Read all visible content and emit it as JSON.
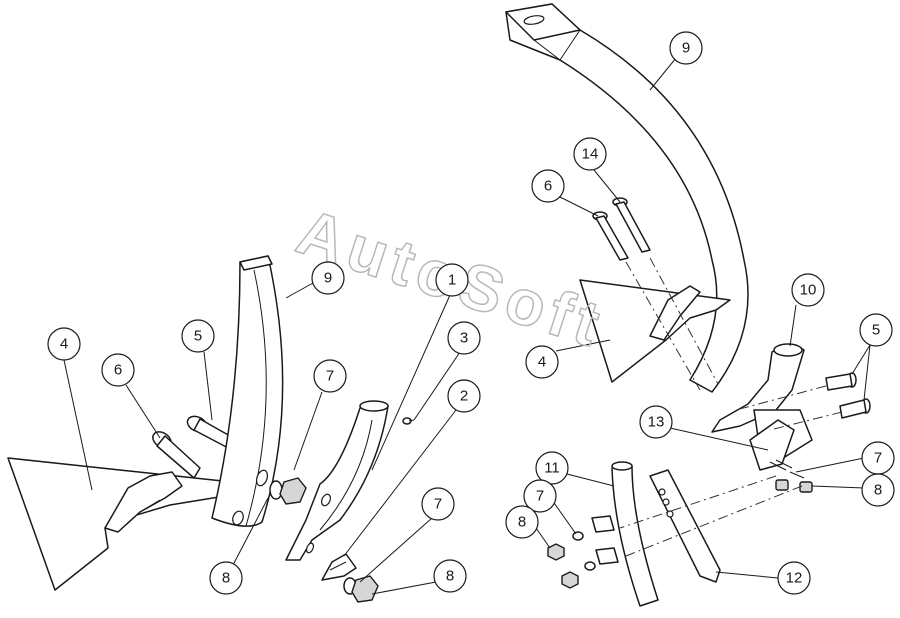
{
  "watermark": "AutoSoft",
  "callouts": [
    {
      "id": "c-left-4",
      "label": "4"
    },
    {
      "id": "c-left-6",
      "label": "6"
    },
    {
      "id": "c-left-5",
      "label": "5"
    },
    {
      "id": "c-left-9",
      "label": "9"
    },
    {
      "id": "c-left-1",
      "label": "1"
    },
    {
      "id": "c-left-3",
      "label": "3"
    },
    {
      "id": "c-left-7a",
      "label": "7"
    },
    {
      "id": "c-left-2",
      "label": "2"
    },
    {
      "id": "c-left-8a",
      "label": "8"
    },
    {
      "id": "c-left-7b",
      "label": "7"
    },
    {
      "id": "c-left-8b",
      "label": "8"
    },
    {
      "id": "c-right-9",
      "label": "9"
    },
    {
      "id": "c-right-14",
      "label": "14"
    },
    {
      "id": "c-right-6",
      "label": "6"
    },
    {
      "id": "c-right-10",
      "label": "10"
    },
    {
      "id": "c-right-4",
      "label": "4"
    },
    {
      "id": "c-right-5",
      "label": "5"
    },
    {
      "id": "c-right-13",
      "label": "13"
    },
    {
      "id": "c-right-7a",
      "label": "7"
    },
    {
      "id": "c-right-11",
      "label": "11"
    },
    {
      "id": "c-right-8a",
      "label": "8"
    },
    {
      "id": "c-right-7b",
      "label": "7"
    },
    {
      "id": "c-right-8b",
      "label": "8"
    },
    {
      "id": "c-right-12",
      "label": "12"
    }
  ]
}
